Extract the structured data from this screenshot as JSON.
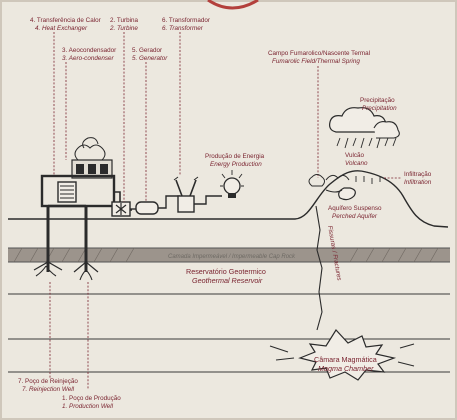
{
  "labels": {
    "heat_exchanger": {
      "pt": "4. Transferência de Calor",
      "en": "4. Heat Exchanger"
    },
    "turbine": {
      "pt": "2. Turbina",
      "en": "2. Turbine"
    },
    "transformer": {
      "pt": "6. Transformador",
      "en": "6. Transformer"
    },
    "aero_condenser": {
      "pt": "3. Aeocondensador",
      "en": "3. Aero-condenser"
    },
    "generator": {
      "pt": "5. Gerador",
      "en": "5. Generator"
    },
    "fumarolic": {
      "pt": "Campo Fumarolico/Nascente Termal",
      "en": "Fumarolic Field/Thermal Spring"
    },
    "precipitation": {
      "pt": "Precipitação",
      "en": "Precipitation"
    },
    "energy_production": {
      "pt": "Produção de Energia",
      "en": "Energy Production"
    },
    "volcano": {
      "pt": "Vulcão",
      "en": "Volcano"
    },
    "infiltration": {
      "pt": "Infiltração",
      "en": "Infiltration"
    },
    "perched_aquifer": {
      "pt": "Aquífero Suspenso",
      "en": "Perched Aquifer"
    },
    "fractures": "Fissuras / Fractures",
    "cap_layer": "Camada Impermeável / Impermeable Cap Rock",
    "reservoir": {
      "pt": "Reservatório Geotermico",
      "en": "Geothermal Reservoir"
    },
    "magma_chamber": {
      "pt": "Câmara Magmática",
      "en": "Magma Chamber"
    },
    "reinjection_well": {
      "pt": "7. Poço de Reinjeção",
      "en": "7. Reinjection Well"
    },
    "production_well": {
      "pt": "1. Poço de Produção",
      "en": "1. Production Well"
    }
  },
  "colors": {
    "background": "#ece8df",
    "label": "#7a2430",
    "ink": "#2b2b2b",
    "cap_band": "#9c948c",
    "border": "#cfc7bb"
  }
}
